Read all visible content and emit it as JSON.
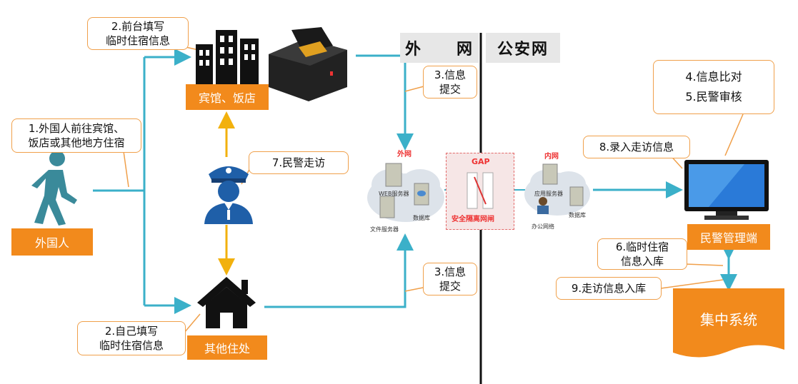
{
  "zones": {
    "outer": "外　　网",
    "police": "公安网"
  },
  "nodes": {
    "foreigner": "外国人",
    "hotel": "宾馆、饭店",
    "other_residence": "其他住处",
    "police_client": "民警管理端",
    "central_system": "集中系统"
  },
  "callouts": {
    "step1": [
      "1.外国人前往宾馆、",
      "饭店或其他地方住宿"
    ],
    "step2_hotel": [
      "2.前台填写",
      "临时住宿信息"
    ],
    "step2_self": [
      "2.自己填写",
      "临时住宿信息"
    ],
    "step3_top": [
      "3.信息",
      "提交"
    ],
    "step3_bottom": [
      "3.信息",
      "提交"
    ],
    "step4_5": [
      "4.信息比对",
      "5.民警审核"
    ],
    "step6": [
      "6.临时住宿",
      "信息入库"
    ],
    "step7": "7.民警走访",
    "step8": "8.录入走访信息",
    "step9": "9.走访信息入库"
  },
  "network": {
    "outer_title": "外网",
    "web_server": "WEB服务器",
    "database": "数据库",
    "file_server": "文件服务器",
    "gap_title": "GAP",
    "gap_label": "安全隔离网闸",
    "inner_title": "内网",
    "app_server": "应用服务器",
    "inner_database": "数据库",
    "office_net": "办公网络"
  },
  "colors": {
    "orange": "#f28a1c",
    "teal": "#3bb0c9",
    "yellow": "#f2b10d",
    "police_blue": "#1f5fa8"
  }
}
